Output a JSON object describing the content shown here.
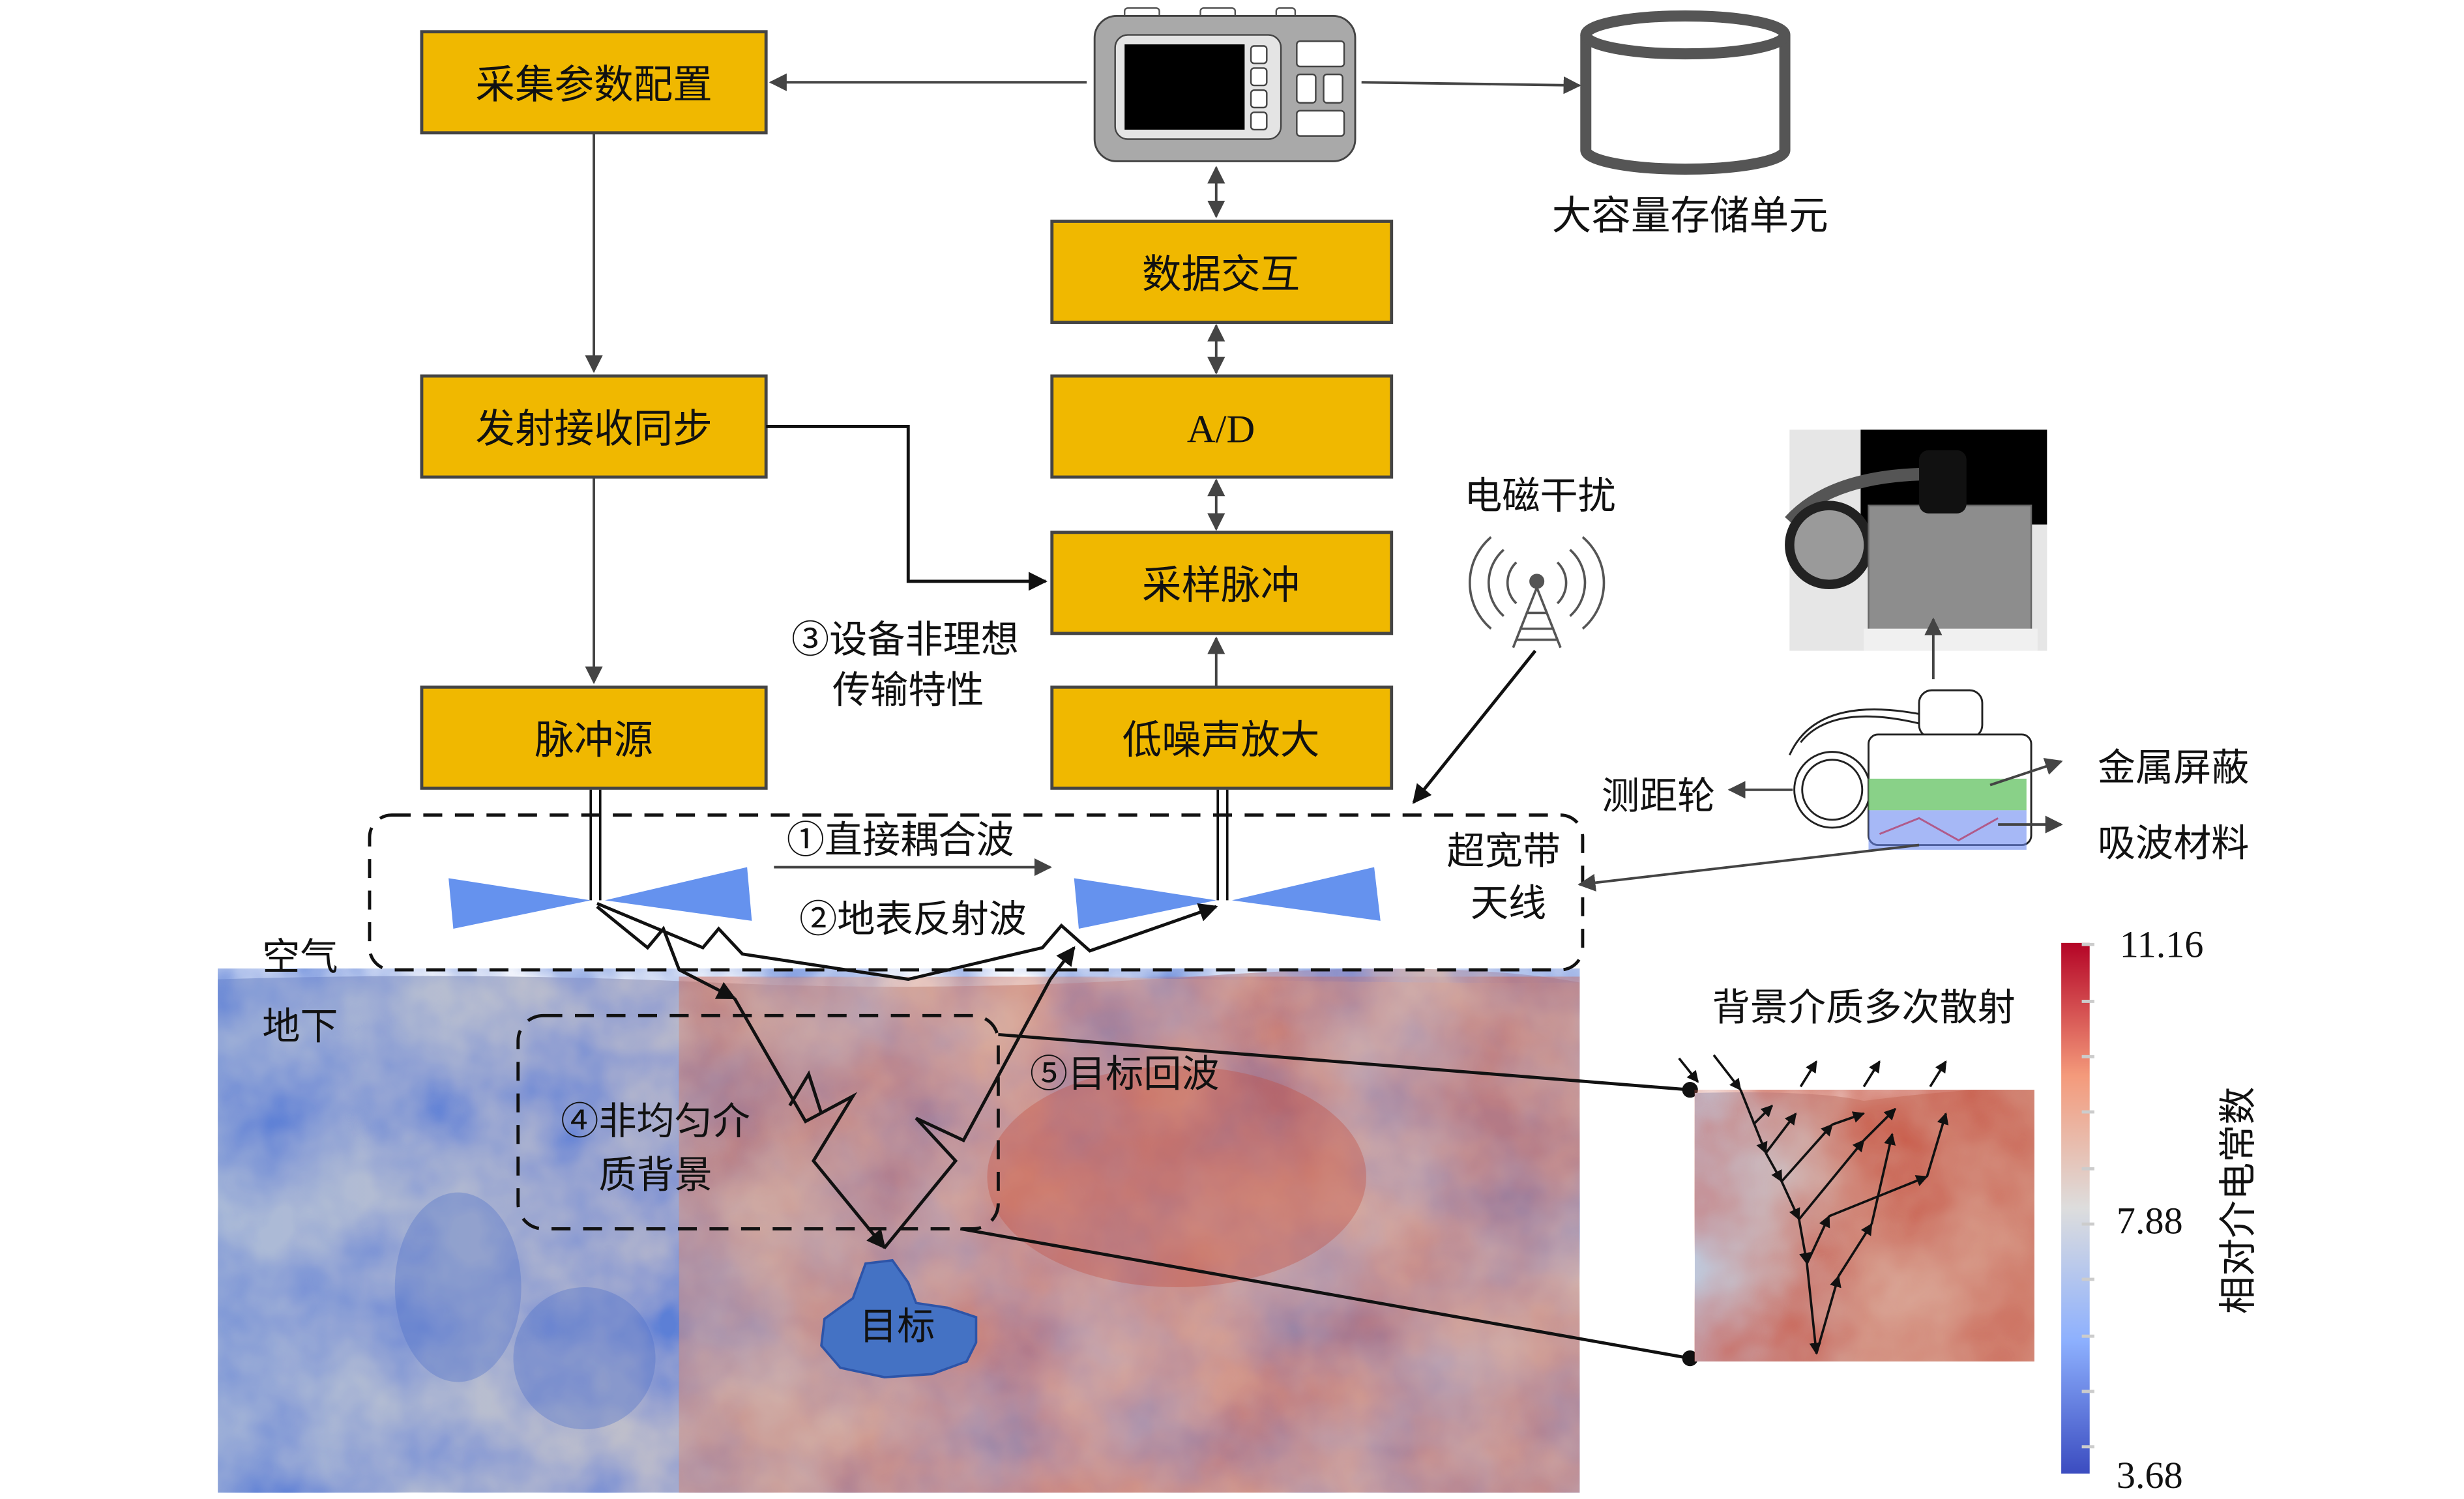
{
  "figure": {
    "blocks": {
      "acq_config": "采集参数配置",
      "tx_rx_sync": "发射接收同步",
      "pulse_source": "脉冲源",
      "data_exchange": "数据交互",
      "ad": "A/D",
      "sampling_pulse": "采样脉冲",
      "lna": "低噪声放大"
    },
    "labels": {
      "storage": "大容量存储单元",
      "emi": "电磁干扰",
      "device_nonideal_1": "③设备非理想",
      "device_nonideal_2": "传输特性",
      "direct_coupling": "①直接耦合波",
      "surface_reflection": "②地表反射波",
      "uwb_antenna_1": "超宽带",
      "uwb_antenna_2": "天线",
      "air": "空气",
      "underground": "地下",
      "inhomogeneous_1": "④非均匀介",
      "inhomogeneous_2": "质背景",
      "target_echo": "⑤目标回波",
      "target": "目标",
      "multiple_scattering": "背景介质多次散射",
      "odometer_wheel": "测距轮",
      "metal_shield": "金属屏蔽",
      "absorber": "吸波材料"
    },
    "colorbar": {
      "title": "相对介电常数",
      "max": "11.16",
      "mid": "7.88",
      "min": "3.68",
      "color_low": "#3b4cc0",
      "color_mid": "#dddddd",
      "color_high": "#b40426"
    },
    "colors": {
      "block_fill": "#f0b800",
      "antenna": "#6592ee",
      "target": "#4472c4",
      "shield": "#6cc56a"
    }
  }
}
